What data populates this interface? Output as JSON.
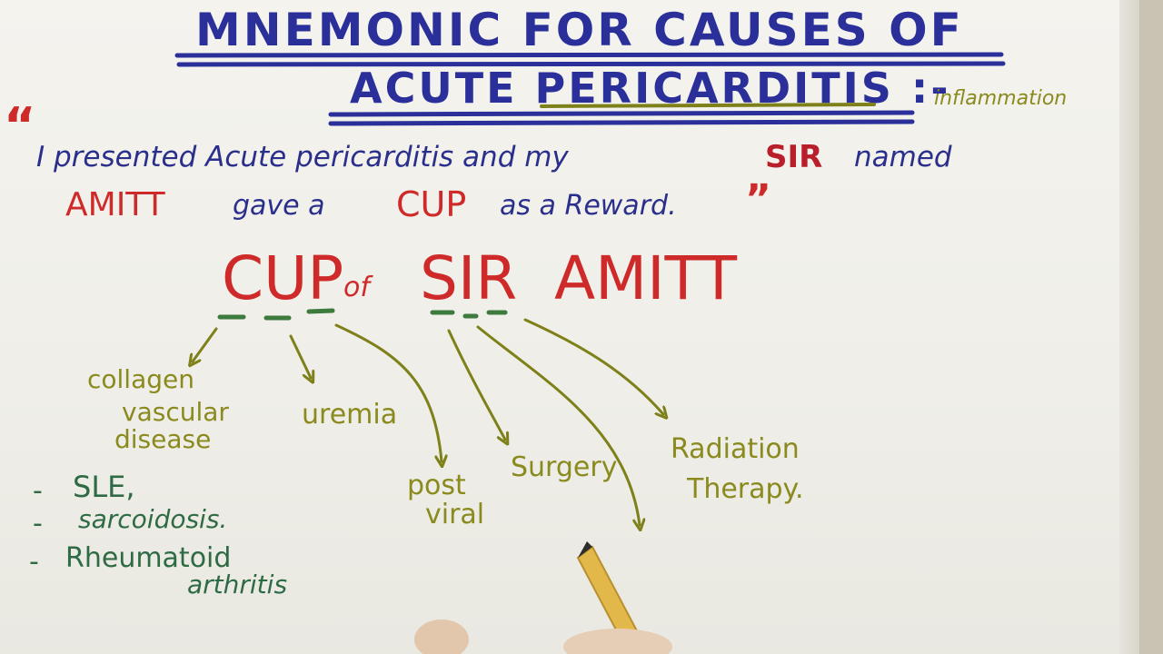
{
  "title": {
    "line1": "MNEMONIC FOR CAUSES OF",
    "line2": "ACUTE PERICARDITIS :-",
    "side_note": "inflammation"
  },
  "quote": {
    "open_mark": "“",
    "line1_a": "I presented Acute pericarditis and my",
    "line1_sir": "SIR",
    "line1_b": "named",
    "line2_amitt": "AMITT",
    "line2_a": "gave a",
    "line2_cup": "CUP",
    "line2_b": "as a Reward.",
    "close_mark": "”"
  },
  "mnemonic": {
    "cup": "CUP",
    "of": "of",
    "sir": "SIR",
    "amitt": "AMITT"
  },
  "causes": {
    "collagen_1": "collagen",
    "collagen_2": "vascular",
    "collagen_3": "disease",
    "uremia": "uremia",
    "post_1": "post",
    "post_2": "viral",
    "surgery": "Surgery",
    "radiation_1": "Radiation",
    "radiation_2": "Therapy."
  },
  "examples": {
    "dash": "-",
    "sle": "SLE,",
    "sarcoidosis": "sarcoidosis.",
    "ra_1": "Rheumatoid",
    "ra_2": "arthritis"
  },
  "colors": {
    "title_blue": "#2a2f9a",
    "text_blue": "#2b2f8c",
    "accent_red": "#cf2a2a",
    "olive": "#8a8a1e",
    "green": "#2e6b45"
  }
}
